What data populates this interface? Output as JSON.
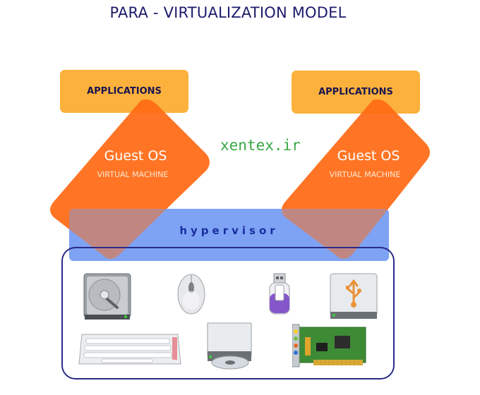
{
  "title": "PARA - VIRTUALIZATION MODEL",
  "watermark": "xentex.ir",
  "guests": [
    {
      "applications": "APPLICATIONS",
      "os": "Guest OS",
      "vm": "VIRTUAL MACHINE"
    },
    {
      "applications": "APPLICATIONS",
      "os": "Guest OS",
      "vm": "VIRTUAL MACHINE"
    }
  ],
  "hypervisor": "hypervisor",
  "hardware_icons": [
    "hard-disk-icon",
    "mouse-icon",
    "usb-flash-drive-icon",
    "usb-external-drive-icon",
    "keyboard-icon",
    "optical-drive-icon",
    "sound-card-icon"
  ],
  "colors": {
    "applications": "#fbb13c",
    "guest_os": "#ff6a14",
    "hypervisor": "#7fa3f5",
    "hardware_border": "#2a2a8a",
    "title": "#1c1c6b",
    "watermark": "#3aa845"
  }
}
